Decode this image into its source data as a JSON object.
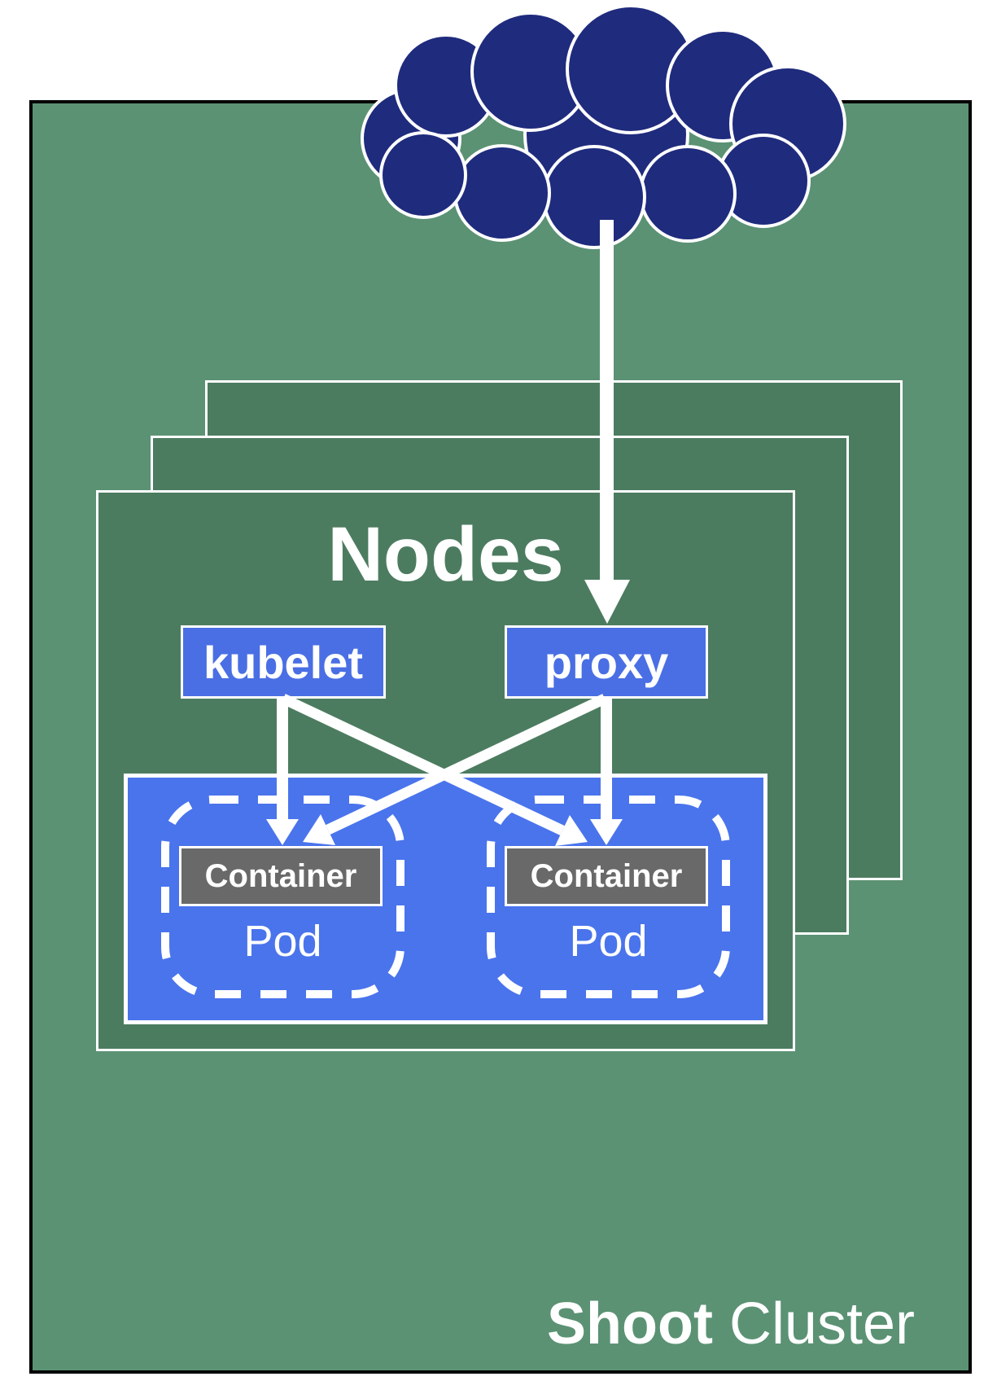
{
  "nodes": {
    "title": "Nodes",
    "stack_count": 3
  },
  "node_components": [
    {
      "label": "kubelet"
    },
    {
      "label": "proxy"
    }
  ],
  "pods": [
    {
      "container": "Container",
      "label": "Pod"
    },
    {
      "container": "Container",
      "label": "Pod"
    }
  ],
  "cluster": {
    "bold": "Shoot",
    "regular": " Cluster"
  },
  "colors": {
    "outer_green": "#5B9274",
    "node_green": "#4C7C60",
    "component_blue": "#4A6FE4",
    "pods_blue": "#4A74EC",
    "cloud_navy": "#1F2B7D",
    "container_gray": "#696969",
    "border_black": "#000000",
    "line_white": "#FFFFFF"
  }
}
